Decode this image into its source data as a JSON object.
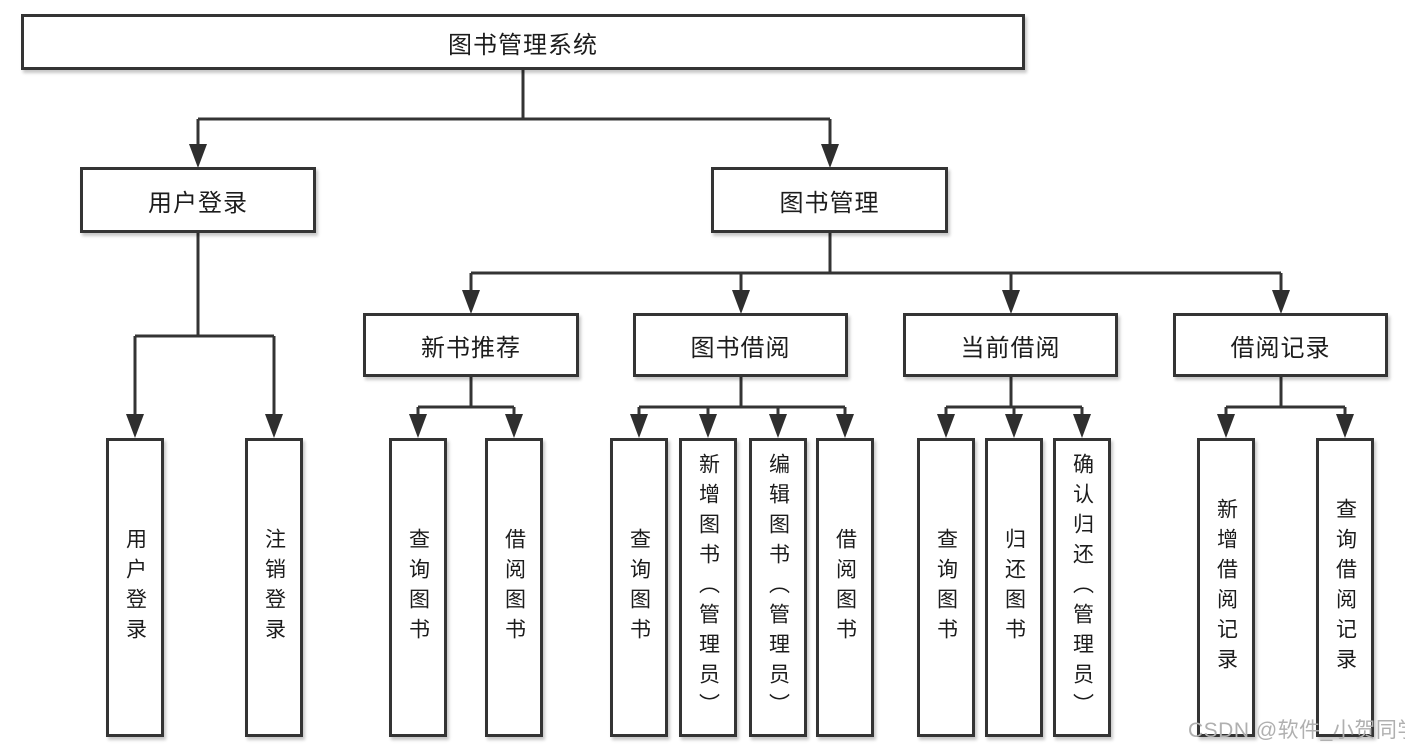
{
  "title": "图书管理系统",
  "level2": [
    {
      "label": "用户登录"
    },
    {
      "label": "图书管理"
    }
  ],
  "level3": [
    {
      "label": "新书推荐"
    },
    {
      "label": "图书借阅"
    },
    {
      "label": "当前借阅"
    },
    {
      "label": "借阅记录"
    }
  ],
  "leaves": {
    "user_login": [
      {
        "label": "用户登录"
      },
      {
        "label": "注销登录"
      }
    ],
    "new_book_recommend": [
      {
        "label": "查询图书"
      },
      {
        "label": "借阅图书"
      }
    ],
    "book_borrow": [
      {
        "label": "查询图书"
      },
      {
        "label": "新增图书（管理员）"
      },
      {
        "label": "编辑图书（管理员）"
      },
      {
        "label": "借阅图书"
      }
    ],
    "current_borrow": [
      {
        "label": "查询图书"
      },
      {
        "label": "归还图书"
      },
      {
        "label": "确认归还（管理员）"
      }
    ],
    "borrow_record": [
      {
        "label": "新增借阅记录"
      },
      {
        "label": "查询借阅记录"
      }
    ]
  },
  "watermark": "CSDN @软件_小贺同学",
  "colors": {
    "line": "#343434",
    "box_border": "#343434",
    "text": "#1c1c1c",
    "watermark": "#b0b0b0",
    "background": "#ffffff"
  }
}
